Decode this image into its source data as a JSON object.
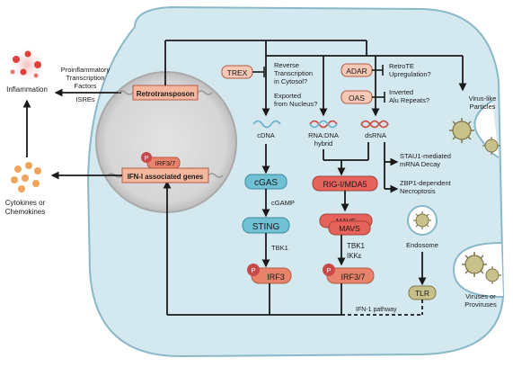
{
  "labels": {
    "inflammation": "Inflammation",
    "proinflammatory_line1": "Proinflammatory",
    "proinflammatory_line2": "Transcription",
    "proinflammatory_line3": "Factors",
    "isres": "ISREs",
    "cytokines_line1": "Cytokines or",
    "cytokines_line2": "Chemokines",
    "retrotransposon": "Retrotransposon",
    "ifn_genes": "IFN-I associated genes",
    "irf37_nucleus": "IRF3/7",
    "p": "P",
    "trex": "TREX",
    "reverse_line1": "Reverse",
    "reverse_line2": "Transcription",
    "reverse_line3": "in Cytosol?",
    "exported_line1": "Exported",
    "exported_line2": "from Nucleus?",
    "adar": "ADAR",
    "oas": "OAS",
    "retrote_line1": "RetroTE",
    "retrote_line2": "Upregulation?",
    "inverted_line1": "Inverted",
    "inverted_line2": "Alu Repeats?",
    "cdna": "cDNA",
    "rnadna_line1": "RNA:DNA",
    "rnadna_line2": "hybrid",
    "dsrna": "dsRNA",
    "vlp_line1": "Virus-like",
    "vlp_line2": "Particles",
    "staul_line1": "STAU1-mediated",
    "staul_line2": "mRNA Decay",
    "zbp1_line1": "ZBP1-dependent",
    "zbp1_line2": "Necroptosis",
    "cgas": "cGAS",
    "cgamp": "cGAMP",
    "sting": "STING",
    "tbk1_left": "TBK1",
    "irf3": "IRF3",
    "rig": "RIG-I/MDA5",
    "mavs_back": "MAVS",
    "mavs_front": "MAVS",
    "tbk1_right": "TBK1",
    "ikke": "IKKε",
    "irf37_cyto": "IRF3/7",
    "endosome": "Endosome",
    "tlr": "TLR",
    "viruses_line1": "Viruses or",
    "viruses_line2": "Proviruses",
    "ifn_pathway": "IFN-1 pathway"
  },
  "colors": {
    "cell_fill": "#d4e9ef",
    "cell_stroke": "#8ab8c8",
    "nucleus_fill": "#dadada",
    "nucleus_stroke": "#a9a9a9",
    "salmon_box": "#f5b79d",
    "salmon_box_strong": "#e8826b",
    "teal_box": "#6fc1d3",
    "red_box": "#e5635a",
    "phospho": "#c9494a",
    "tlr_box": "#c8c08a",
    "virus_fill": "#c8c28a",
    "strand_blue": "#6fb3cc",
    "strand_red": "#d0504a"
  }
}
